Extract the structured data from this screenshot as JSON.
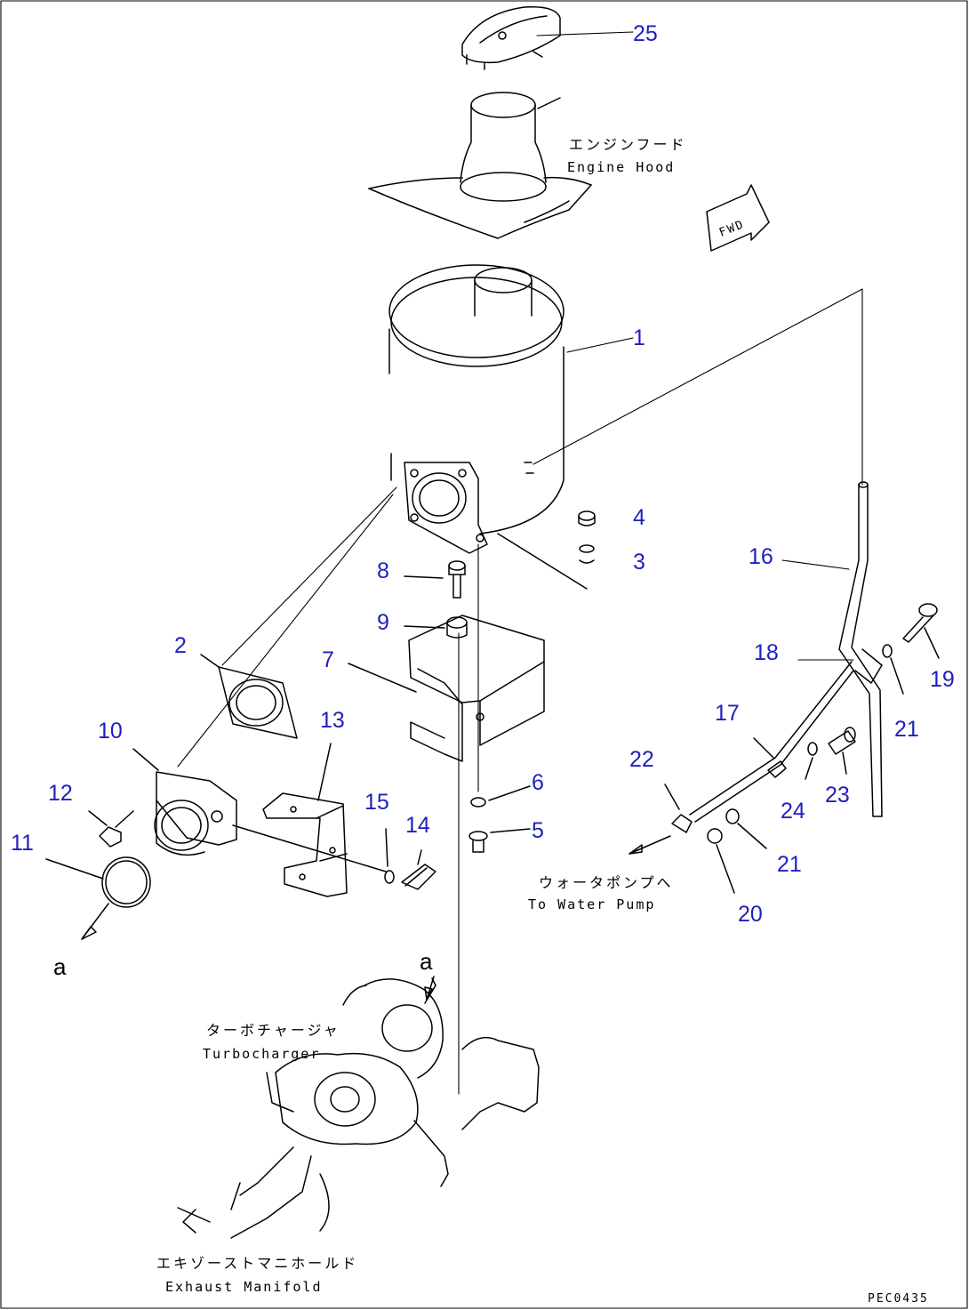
{
  "callouts": [
    "1",
    "2",
    "3",
    "4",
    "5",
    "6",
    "7",
    "8",
    "9",
    "10",
    "11",
    "12",
    "13",
    "14",
    "15",
    "16",
    "17",
    "18",
    "19",
    "20",
    "21",
    "21",
    "22",
    "23",
    "24",
    "25"
  ],
  "labels": {
    "engine_hood_jp": "エンジンフード",
    "engine_hood_en": "Engine Hood",
    "turbo_jp": "ターボチャージャ",
    "turbo_en": "Turbocharger",
    "exhaust_jp": "エキゾーストマニホールド",
    "exhaust_en": "Exhaust Manifold",
    "water_jp": "ウォータポンプへ",
    "water_en": "To Water Pump",
    "fwd": "FWD",
    "ref_a_left": "a",
    "ref_a_right": "a",
    "drawing_code": "PEC0435"
  }
}
